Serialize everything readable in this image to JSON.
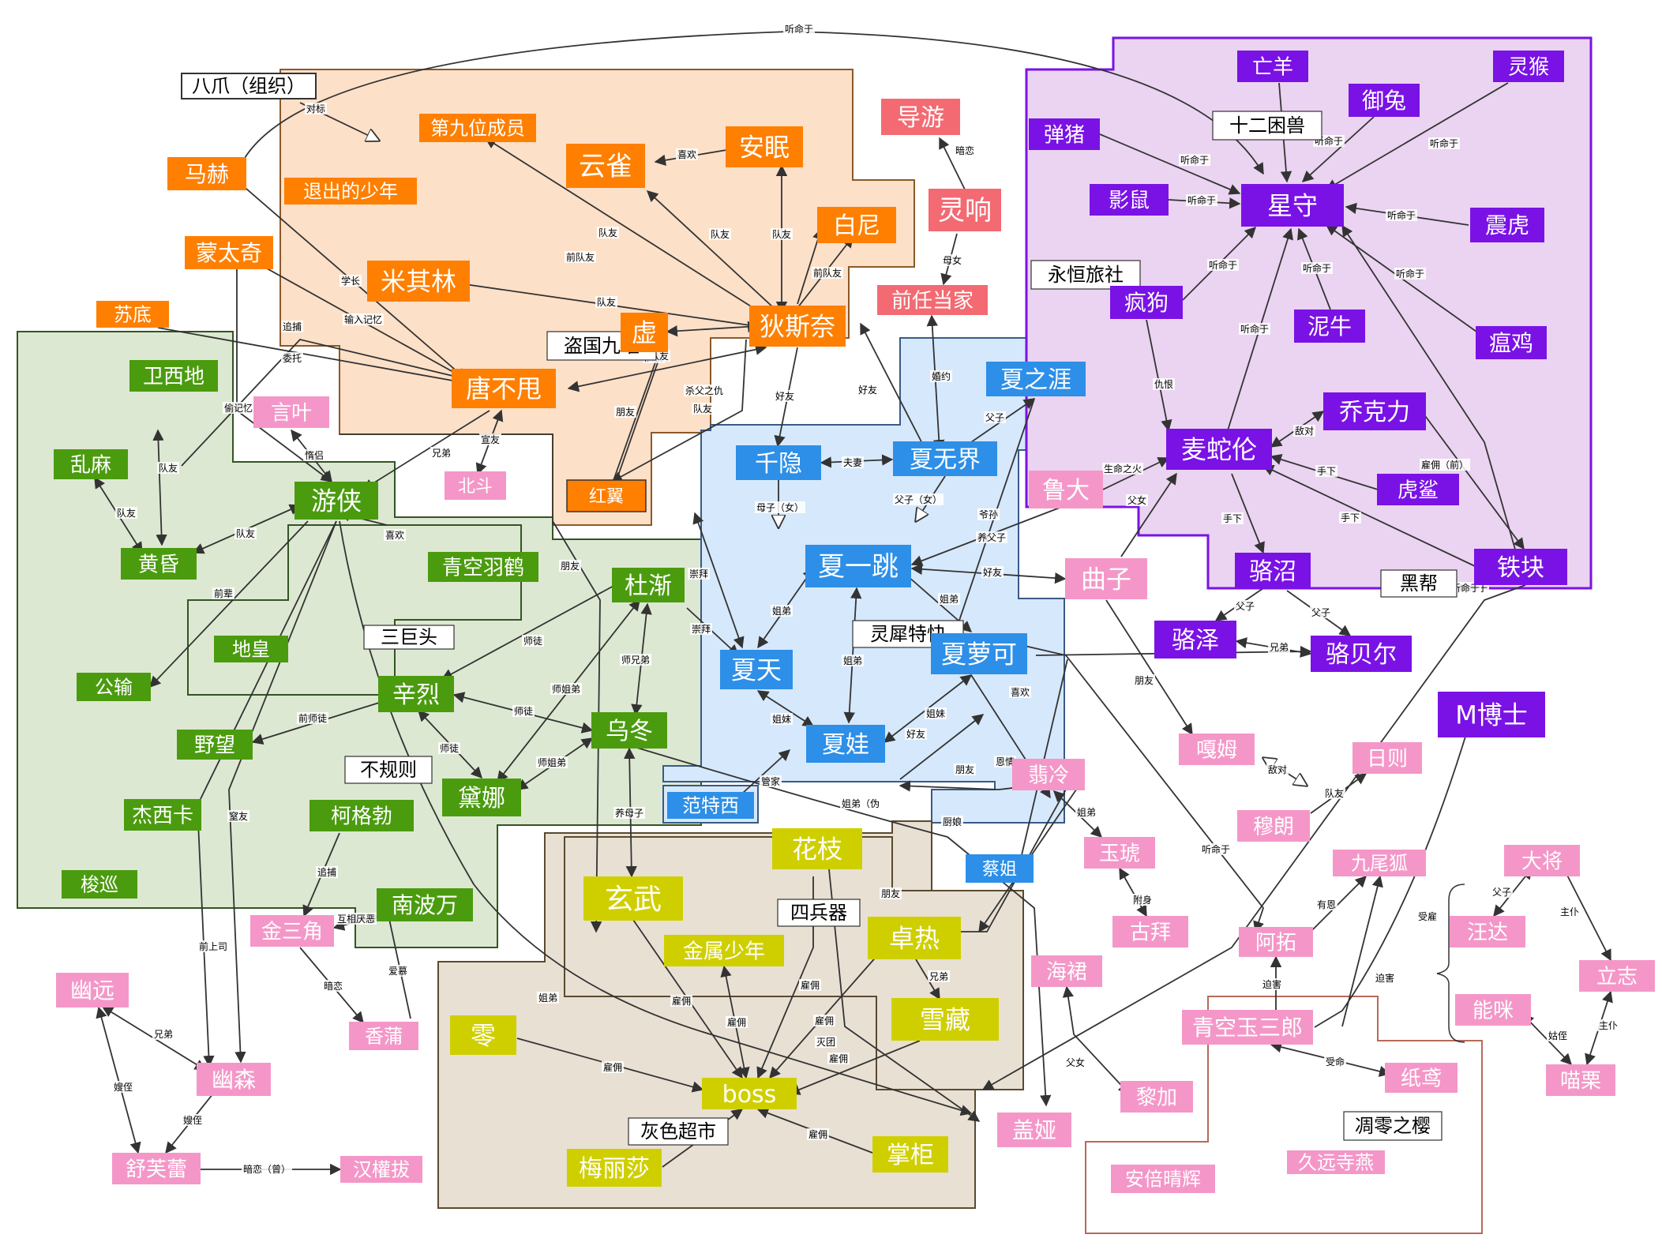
{
  "palette": {
    "orange": "#ff7f00",
    "green": "#4b9b0f",
    "blue": "#2d8fe8",
    "purple": "#7a12e6",
    "pink": "#f497c8",
    "yellow": "#cfcf00",
    "red": "#f36a72",
    "region_orange": "#fde0c8",
    "region_green": "#dde8d2",
    "region_blue": "#d6e8fb",
    "region_purple": "#ead4f1",
    "region_tan": "#e8e0d3"
  },
  "regions": [
    {
      "id": "daoguo",
      "label": "盗国九曜"
    },
    {
      "id": "buguize",
      "label": "不规则"
    },
    {
      "id": "lingxi",
      "label": "灵犀特快"
    },
    {
      "id": "shier",
      "label": "十二困兽"
    },
    {
      "id": "heibang",
      "label": "黑帮"
    },
    {
      "id": "huise",
      "label": "灰色超市"
    },
    {
      "id": "sibingqi",
      "label": "四兵器"
    },
    {
      "id": "sanjutou",
      "label": "三巨头"
    },
    {
      "id": "yongheng",
      "label": "永恒旅社"
    },
    {
      "id": "diaoling",
      "label": "凋零之樱"
    },
    {
      "id": "bazhao",
      "label": "八爪（组织）"
    }
  ],
  "nodes": [
    {
      "id": "mahe",
      "label": "马赫",
      "color": "orange"
    },
    {
      "id": "mengtaiqi",
      "label": "蒙太奇",
      "color": "orange"
    },
    {
      "id": "sudi",
      "label": "苏底",
      "color": "orange"
    },
    {
      "id": "dijiuwei",
      "label": "第九位成员",
      "color": "orange"
    },
    {
      "id": "tuichu",
      "label": "退出的少年",
      "color": "orange"
    },
    {
      "id": "yunque",
      "label": "云雀",
      "color": "orange"
    },
    {
      "id": "anmian",
      "label": "安眠",
      "color": "orange"
    },
    {
      "id": "baini",
      "label": "白尼",
      "color": "orange"
    },
    {
      "id": "miqilin",
      "label": "米其林",
      "color": "orange"
    },
    {
      "id": "xu",
      "label": "虚",
      "color": "orange"
    },
    {
      "id": "disinai",
      "label": "狄斯奈",
      "color": "orange"
    },
    {
      "id": "tangbushuai",
      "label": "唐不甩",
      "color": "orange"
    },
    {
      "id": "hongyi",
      "label": "红翼",
      "color": "orange"
    },
    {
      "id": "daoyou",
      "label": "导游",
      "color": "red"
    },
    {
      "id": "lingxiang",
      "label": "灵响",
      "color": "red"
    },
    {
      "id": "qianren",
      "label": "前任当家",
      "color": "red"
    },
    {
      "id": "weixidi",
      "label": "卫西地",
      "color": "green"
    },
    {
      "id": "luanma",
      "label": "乱麻",
      "color": "green"
    },
    {
      "id": "youxia",
      "label": "游侠",
      "color": "green"
    },
    {
      "id": "huanghun",
      "label": "黄昏",
      "color": "green"
    },
    {
      "id": "qingkongyuhe",
      "label": "青空羽鹤",
      "color": "green"
    },
    {
      "id": "dijian",
      "label": "杜渐",
      "color": "green"
    },
    {
      "id": "dihuang",
      "label": "地皇",
      "color": "green"
    },
    {
      "id": "gongshu",
      "label": "公输",
      "color": "green"
    },
    {
      "id": "xinlie",
      "label": "辛烈",
      "color": "green"
    },
    {
      "id": "wudong",
      "label": "乌冬",
      "color": "green"
    },
    {
      "id": "yewang",
      "label": "野望",
      "color": "green"
    },
    {
      "id": "daina",
      "label": "黛娜",
      "color": "green"
    },
    {
      "id": "jiexika",
      "label": "杰西卡",
      "color": "green"
    },
    {
      "id": "kegebo",
      "label": "柯格勃",
      "color": "green"
    },
    {
      "id": "suoxun",
      "label": "梭巡",
      "color": "green"
    },
    {
      "id": "nanbowan",
      "label": "南波万",
      "color": "green"
    },
    {
      "id": "yanye",
      "label": "言叶",
      "color": "pink"
    },
    {
      "id": "beidou",
      "label": "北斗",
      "color": "pink"
    },
    {
      "id": "xiazhiya",
      "label": "夏之涯",
      "color": "blue"
    },
    {
      "id": "qianyin",
      "label": "千隐",
      "color": "blue"
    },
    {
      "id": "xiawujie",
      "label": "夏无界",
      "color": "blue"
    },
    {
      "id": "xiayitiao",
      "label": "夏一跳",
      "color": "blue"
    },
    {
      "id": "xiatian",
      "label": "夏天",
      "color": "blue"
    },
    {
      "id": "xialuoke",
      "label": "夏萝可",
      "color": "blue"
    },
    {
      "id": "xiawa",
      "label": "夏娃",
      "color": "blue"
    },
    {
      "id": "fantexi",
      "label": "范特西",
      "color": "blue"
    },
    {
      "id": "caijie",
      "label": "蔡姐",
      "color": "blue"
    },
    {
      "id": "wangyang",
      "label": "亡羊",
      "color": "purple"
    },
    {
      "id": "linghou",
      "label": "灵猴",
      "color": "purple"
    },
    {
      "id": "yumian",
      "label": "御兔",
      "color": "purple"
    },
    {
      "id": "danzhu",
      "label": "弹猪",
      "color": "purple"
    },
    {
      "id": "yingshu",
      "label": "影鼠",
      "color": "purple"
    },
    {
      "id": "xingshou",
      "label": "星守",
      "color": "purple"
    },
    {
      "id": "zhenhu",
      "label": "震虎",
      "color": "purple"
    },
    {
      "id": "fenggou",
      "label": "疯狗",
      "color": "purple"
    },
    {
      "id": "niniu",
      "label": "泥牛",
      "color": "purple"
    },
    {
      "id": "wenji",
      "label": "瘟鸡",
      "color": "purple"
    },
    {
      "id": "maishelun",
      "label": "麦蛇伦",
      "color": "purple"
    },
    {
      "id": "qiaokeli",
      "label": "乔克力",
      "color": "purple"
    },
    {
      "id": "husha",
      "label": "虎鲨",
      "color": "purple"
    },
    {
      "id": "luozhao",
      "label": "骆沼",
      "color": "purple"
    },
    {
      "id": "tiekuai",
      "label": "铁块",
      "color": "purple"
    },
    {
      "id": "luoze",
      "label": "骆泽",
      "color": "purple"
    },
    {
      "id": "luobeier",
      "label": "骆贝尔",
      "color": "purple"
    },
    {
      "id": "mboshi",
      "label": "M博士",
      "color": "purple"
    },
    {
      "id": "luda",
      "label": "鲁大",
      "color": "pink"
    },
    {
      "id": "quzi",
      "label": "曲子",
      "color": "pink"
    },
    {
      "id": "gamu",
      "label": "嘎姆",
      "color": "pink"
    },
    {
      "id": "rize",
      "label": "日则",
      "color": "pink"
    },
    {
      "id": "mulang",
      "label": "穆朗",
      "color": "pink"
    },
    {
      "id": "feileng",
      "label": "翡冷",
      "color": "pink"
    },
    {
      "id": "yuhu",
      "label": "玉琥",
      "color": "pink"
    },
    {
      "id": "gubai",
      "label": "古拜",
      "color": "pink"
    },
    {
      "id": "haichang",
      "label": "海裙",
      "color": "pink"
    },
    {
      "id": "jiuweihu",
      "label": "九尾狐",
      "color": "pink"
    },
    {
      "id": "atuo",
      "label": "阿拓",
      "color": "pink"
    },
    {
      "id": "dajiang",
      "label": "大将",
      "color": "pink"
    },
    {
      "id": "wangda",
      "label": "汪达",
      "color": "pink"
    },
    {
      "id": "lizhi",
      "label": "立志",
      "color": "pink"
    },
    {
      "id": "nengmi",
      "label": "能咪",
      "color": "pink"
    },
    {
      "id": "miaoli",
      "label": "喵栗",
      "color": "pink"
    },
    {
      "id": "qingkongyu",
      "label": "青空玉三郎",
      "color": "pink"
    },
    {
      "id": "zhiyuan",
      "label": "纸鸢",
      "color": "pink"
    },
    {
      "id": "lijia",
      "label": "黎加",
      "color": "pink"
    },
    {
      "id": "gaiya",
      "label": "盖娅",
      "color": "pink"
    },
    {
      "id": "anbei",
      "label": "安倍晴辉",
      "color": "pink"
    },
    {
      "id": "jiuyuan",
      "label": "久远寺燕",
      "color": "pink"
    },
    {
      "id": "youyuan",
      "label": "幽远",
      "color": "pink"
    },
    {
      "id": "yousen",
      "label": "幽森",
      "color": "pink"
    },
    {
      "id": "shufulei",
      "label": "舒芙蕾",
      "color": "pink"
    },
    {
      "id": "hanquanba",
      "label": "汉權拔",
      "color": "pink"
    },
    {
      "id": "jinsanjiao",
      "label": "金三角",
      "color": "pink"
    },
    {
      "id": "xiangpu",
      "label": "香蒲",
      "color": "pink"
    },
    {
      "id": "huazhi",
      "label": "花枝",
      "color": "yellow"
    },
    {
      "id": "xuanwu",
      "label": "玄武",
      "color": "yellow"
    },
    {
      "id": "jinshu",
      "label": "金属少年",
      "color": "yellow"
    },
    {
      "id": "zhuore",
      "label": "卓热",
      "color": "yellow"
    },
    {
      "id": "xuezang",
      "label": "雪藏",
      "color": "yellow"
    },
    {
      "id": "ling",
      "label": "零",
      "color": "yellow"
    },
    {
      "id": "boss",
      "label": "boss",
      "color": "yellow"
    },
    {
      "id": "meilisha",
      "label": "梅丽莎",
      "color": "yellow"
    },
    {
      "id": "zhanggui",
      "label": "掌柜",
      "color": "yellow"
    }
  ],
  "edges": [
    {
      "id": "e1",
      "label": "听命于"
    },
    {
      "id": "e2",
      "label": "对标"
    },
    {
      "id": "e3",
      "label": "学长"
    },
    {
      "id": "e4",
      "label": "输入记忆"
    },
    {
      "id": "e5",
      "label": "追捕"
    },
    {
      "id": "e6",
      "label": "委托"
    },
    {
      "id": "e7",
      "label": "偷记忆"
    },
    {
      "id": "e8",
      "label": "喜欢"
    },
    {
      "id": "e9",
      "label": "队友"
    },
    {
      "id": "e10",
      "label": "队友"
    },
    {
      "id": "e11",
      "label": "队友"
    },
    {
      "id": "e12",
      "label": "前队友"
    },
    {
      "id": "e13",
      "label": "队友"
    },
    {
      "id": "e14",
      "label": "前队友"
    },
    {
      "id": "e15",
      "label": "队友"
    },
    {
      "id": "e16",
      "label": "队友"
    },
    {
      "id": "e17",
      "label": "朋友"
    },
    {
      "id": "e18",
      "label": "杀父之仇"
    },
    {
      "id": "e19",
      "label": "队友"
    },
    {
      "id": "e20",
      "label": "好友"
    },
    {
      "id": "e21",
      "label": "好友"
    },
    {
      "id": "e22",
      "label": "宣友"
    },
    {
      "id": "e23",
      "label": "兄弟"
    },
    {
      "id": "e24",
      "label": "惰侣"
    },
    {
      "id": "e25",
      "label": "暗恋"
    },
    {
      "id": "e26",
      "label": "母女"
    },
    {
      "id": "e27",
      "label": "婚约"
    },
    {
      "id": "e28",
      "label": "父子"
    },
    {
      "id": "e29",
      "label": "夫妻"
    },
    {
      "id": "e30",
      "label": "母子（女）"
    },
    {
      "id": "e31",
      "label": "父子（女）"
    },
    {
      "id": "e32",
      "label": "爷孙"
    },
    {
      "id": "e33",
      "label": "养父子"
    },
    {
      "id": "e34",
      "label": "好友"
    },
    {
      "id": "e35",
      "label": "姐弟"
    },
    {
      "id": "e36",
      "label": "姐弟"
    },
    {
      "id": "e37",
      "label": "姐弟"
    },
    {
      "id": "e38",
      "label": "姐妹"
    },
    {
      "id": "e39",
      "label": "姐妹"
    },
    {
      "id": "e40",
      "label": "崇拜"
    },
    {
      "id": "e41",
      "label": "崇拜"
    },
    {
      "id": "e42",
      "label": "管家"
    },
    {
      "id": "e43",
      "label": "姐弟（伪"
    },
    {
      "id": "e44",
      "label": "队友"
    },
    {
      "id": "e45",
      "label": "队友"
    },
    {
      "id": "e46",
      "label": "队友"
    },
    {
      "id": "e47",
      "label": "前辈"
    },
    {
      "id": "e48",
      "label": "喜欢"
    },
    {
      "id": "e49",
      "label": "师徒"
    },
    {
      "id": "e50",
      "label": "师姐弟"
    },
    {
      "id": "e51",
      "label": "师兄弟"
    },
    {
      "id": "e52",
      "label": "师徒"
    },
    {
      "id": "e53",
      "label": "师徒"
    },
    {
      "id": "e54",
      "label": "师姐弟"
    },
    {
      "id": "e55",
      "label": "前师徒"
    },
    {
      "id": "e56",
      "label": "朋友"
    },
    {
      "id": "e57",
      "label": "养母子"
    },
    {
      "id": "e58",
      "label": "追捕"
    },
    {
      "id": "e59",
      "label": "互相厌恶"
    },
    {
      "id": "e60",
      "label": "暗恋"
    },
    {
      "id": "e61",
      "label": "爱慕"
    },
    {
      "id": "e62",
      "label": "窒友"
    },
    {
      "id": "e63",
      "label": "前上司"
    },
    {
      "id": "e64",
      "label": "兄弟"
    },
    {
      "id": "e65",
      "label": "嫂侄"
    },
    {
      "id": "e66",
      "label": "嫂侄"
    },
    {
      "id": "e67",
      "label": "暗恋（曾）"
    },
    {
      "id": "e68",
      "label": "姐弟"
    },
    {
      "id": "e69",
      "label": "雇佣"
    },
    {
      "id": "e70",
      "label": "雇佣"
    },
    {
      "id": "e71",
      "label": "雇佣"
    },
    {
      "id": "e72",
      "label": "雇佣"
    },
    {
      "id": "e73",
      "label": "雇佣"
    },
    {
      "id": "e74",
      "label": "雇佣"
    },
    {
      "id": "e75",
      "label": "雇佣"
    },
    {
      "id": "e76",
      "label": "灭团"
    },
    {
      "id": "e77",
      "label": "雇佣"
    },
    {
      "id": "e78",
      "label": "兄弟"
    },
    {
      "id": "e79",
      "label": "朋友"
    },
    {
      "id": "e80",
      "label": "厨娘"
    },
    {
      "id": "e81",
      "label": "朋友"
    },
    {
      "id": "e82",
      "label": "好友"
    },
    {
      "id": "e83",
      "label": "恩情"
    },
    {
      "id": "e84",
      "label": "姐弟"
    },
    {
      "id": "e85",
      "label": "附身"
    },
    {
      "id": "e86",
      "label": "父女"
    },
    {
      "id": "e87",
      "label": "听命于"
    },
    {
      "id": "e88",
      "label": "听命于"
    },
    {
      "id": "e89",
      "label": "听命于"
    },
    {
      "id": "e90",
      "label": "听命于"
    },
    {
      "id": "e91",
      "label": "听命于"
    },
    {
      "id": "e92",
      "label": "听命于"
    },
    {
      "id": "e93",
      "label": "听命于"
    },
    {
      "id": "e94",
      "label": "听命于"
    },
    {
      "id": "e95",
      "label": "听命于"
    },
    {
      "id": "e96",
      "label": "听命于"
    },
    {
      "id": "e97",
      "label": "听命于"
    },
    {
      "id": "e98",
      "label": "仇恨"
    },
    {
      "id": "e99",
      "label": "敌对"
    },
    {
      "id": "e100",
      "label": "手下"
    },
    {
      "id": "e101",
      "label": "雇佣（前）"
    },
    {
      "id": "e102",
      "label": "手下"
    },
    {
      "id": "e103",
      "label": "手下"
    },
    {
      "id": "e104",
      "label": "生命之火"
    },
    {
      "id": "e105",
      "label": "父女"
    },
    {
      "id": "e106",
      "label": "父子"
    },
    {
      "id": "e107",
      "label": "父子"
    },
    {
      "id": "e108",
      "label": "兄弟"
    },
    {
      "id": "e109",
      "label": "听命于"
    },
    {
      "id": "e110",
      "label": "朋友"
    },
    {
      "id": "e111",
      "label": "敌对"
    },
    {
      "id": "e112",
      "label": "队友"
    },
    {
      "id": "e113",
      "label": "喜欢"
    },
    {
      "id": "e114",
      "label": "听命于"
    },
    {
      "id": "e115",
      "label": "有恩"
    },
    {
      "id": "e116",
      "label": "迫害"
    },
    {
      "id": "e117",
      "label": "迫害"
    },
    {
      "id": "e118",
      "label": "受命"
    },
    {
      "id": "e119",
      "label": "受雇"
    },
    {
      "id": "e120",
      "label": "父子"
    },
    {
      "id": "e121",
      "label": "主仆"
    },
    {
      "id": "e122",
      "label": "主仆"
    },
    {
      "id": "e123",
      "label": "姑侄"
    }
  ]
}
